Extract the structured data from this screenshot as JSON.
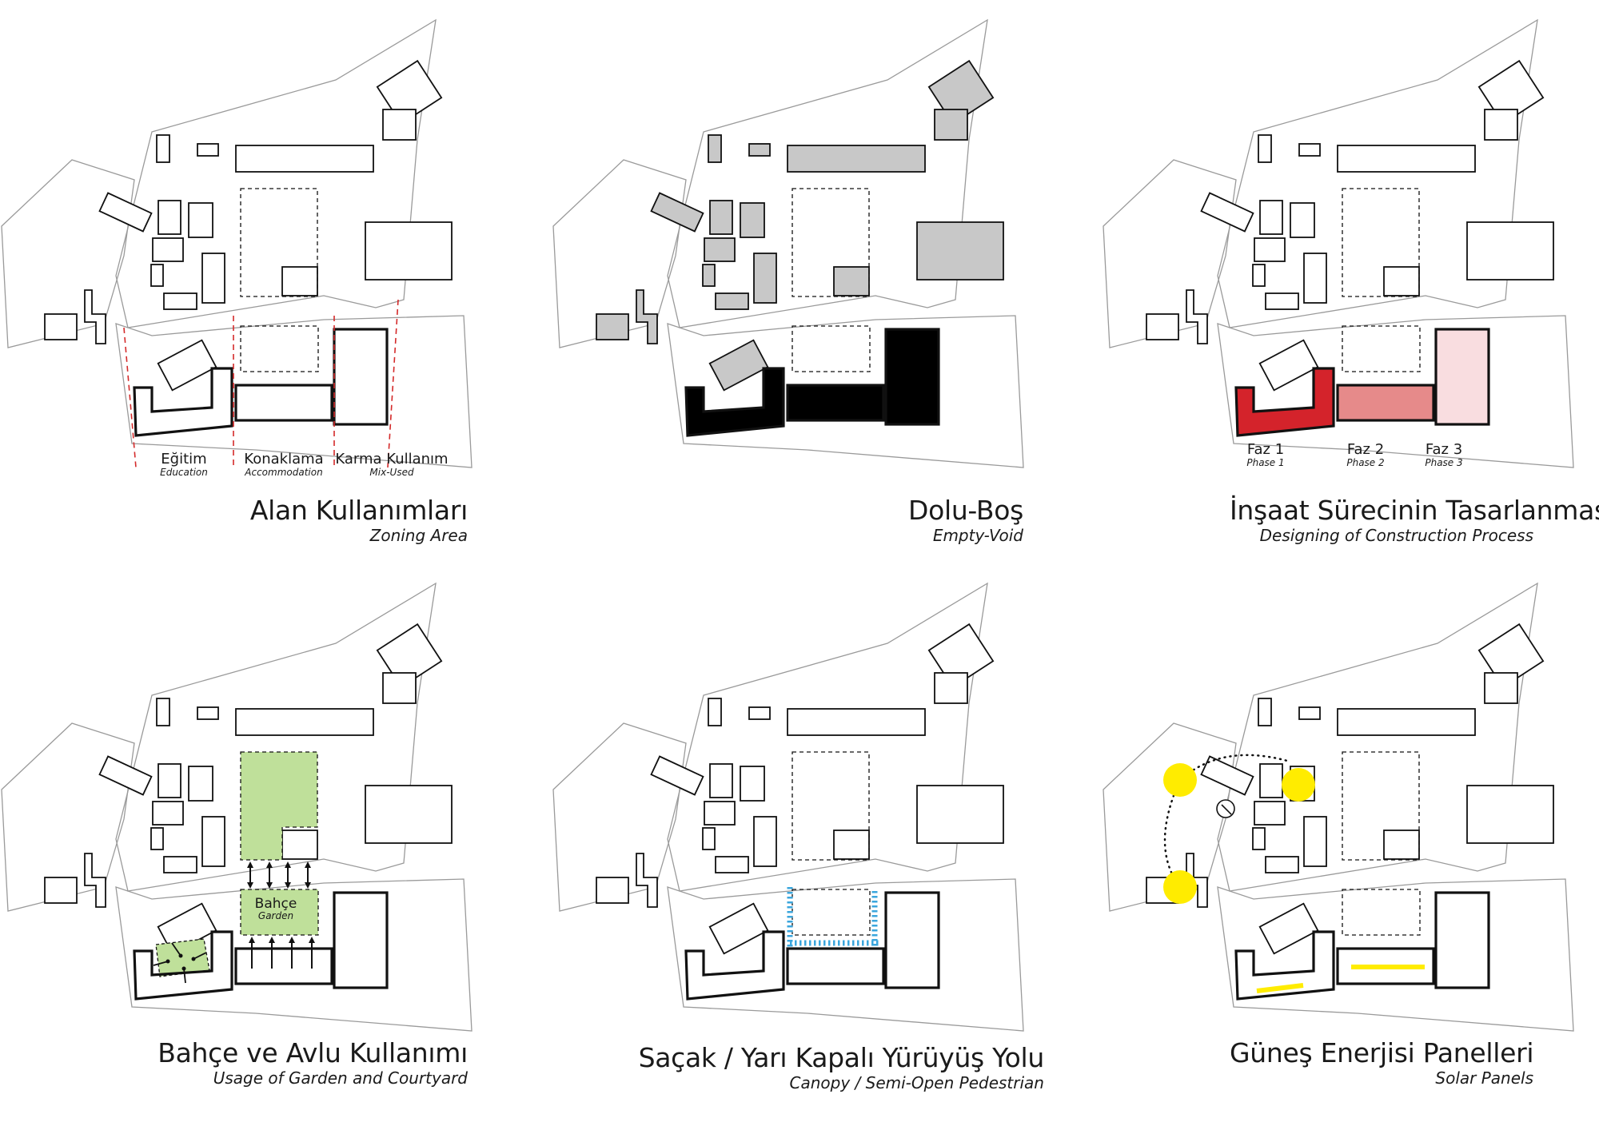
{
  "panels": [
    {
      "id": "zoning",
      "title": "Alan Kullanımları",
      "subtitle": "Zoning Area",
      "zones": [
        {
          "label": "Eğitim",
          "sublabel": "Education"
        },
        {
          "label": "Konaklama",
          "sublabel": "Accommodation"
        },
        {
          "label": "Karma Kullanım",
          "sublabel": "Mix-Used"
        }
      ],
      "zone_divider_color": "#d42a2a"
    },
    {
      "id": "empty-void",
      "title": "Dolu-Boş",
      "subtitle": "Empty-Void",
      "existing_fill": "#c8c8c8",
      "new_fill": "#000000"
    },
    {
      "id": "construction",
      "title": "İnşaat Sürecinin Tasarlanması",
      "subtitle": "Designing of Construction Process",
      "phases": [
        {
          "label": "Faz 1",
          "sublabel": "Phase 1",
          "color": "#d4232b"
        },
        {
          "label": "Faz 2",
          "sublabel": "Phase 2",
          "color": "#e68a8a"
        },
        {
          "label": "Faz 3",
          "sublabel": "Phase 3",
          "color": "#f9dde0"
        }
      ]
    },
    {
      "id": "garden",
      "title": "Bahçe ve Avlu Kullanımı",
      "subtitle": "Usage of Garden and Courtyard",
      "garden_label": "Bahçe",
      "garden_sublabel": "Garden",
      "garden_color": "#bfe09a"
    },
    {
      "id": "canopy",
      "title": "Saçak / Yarı Kapalı Yürüyüş Yolu",
      "subtitle": "Canopy / Semi-Open Pedestrian",
      "canopy_color": "#3aa6dd"
    },
    {
      "id": "solar",
      "title": "Güneş Enerjisi Panelleri",
      "subtitle": "Solar Panels",
      "sun_color": "#ffec00",
      "panel_color": "#ffec00"
    }
  ]
}
